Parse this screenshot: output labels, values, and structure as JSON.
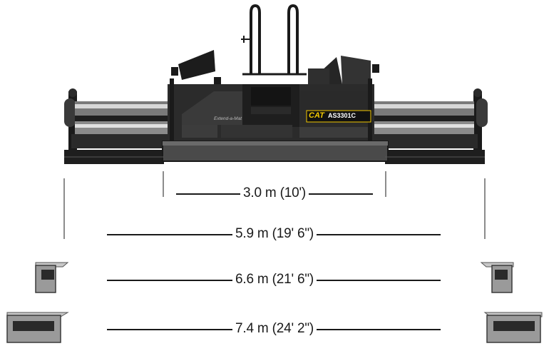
{
  "machine": {
    "brand": "CAT",
    "model": "AS3301C",
    "screed_name": "Extend-a-Mat"
  },
  "dimensions": [
    {
      "label": "3.0 m (10')"
    },
    {
      "label": "5.9 m (19' 6\")"
    },
    {
      "label": "6.6 m (21' 6\")"
    },
    {
      "label": "7.4 m (24' 2\")"
    }
  ],
  "colors": {
    "body": "#2b2b2b",
    "body_dark": "#161616",
    "body_mid": "#4a4a4a",
    "brand_yellow": "#f2c800",
    "line": "#1a1a1a",
    "grey_block": "#9a9a9a"
  }
}
